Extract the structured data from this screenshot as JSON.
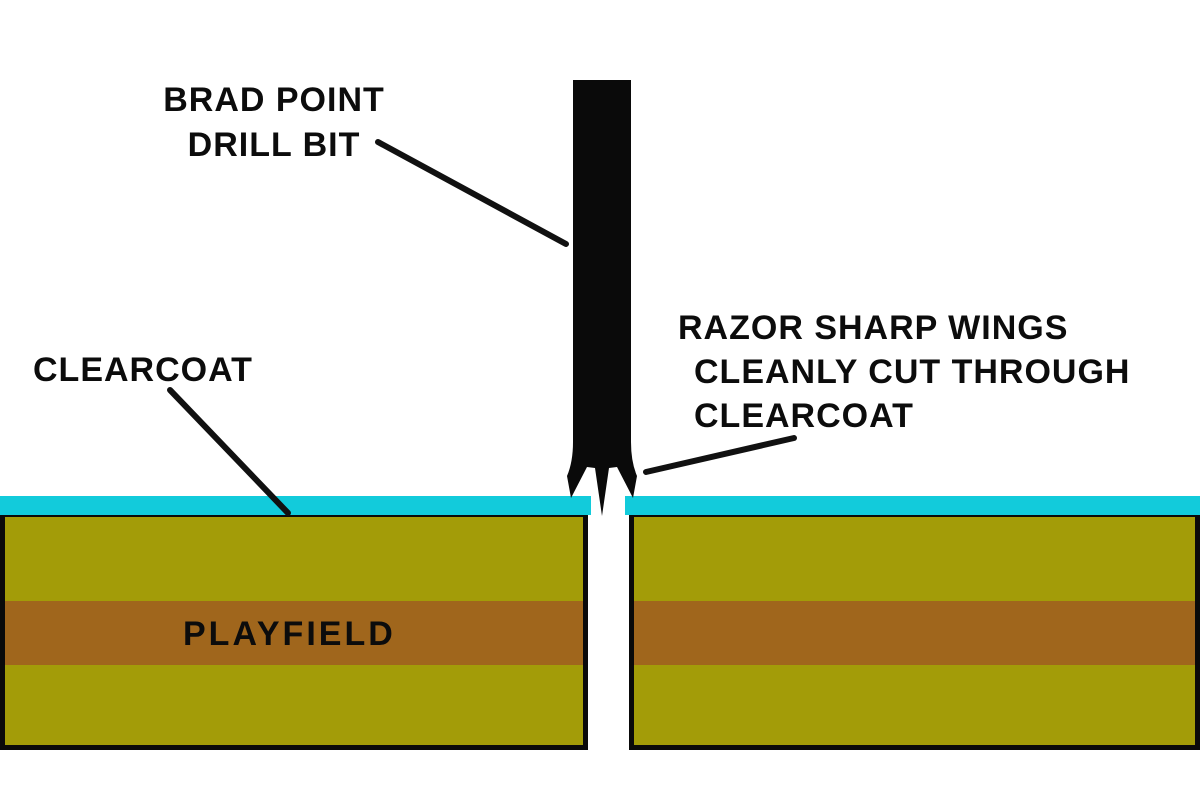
{
  "diagram": {
    "labels": {
      "drill_bit": {
        "line1": "BRAD POINT",
        "line2": "DRILL BIT"
      },
      "clearcoat_left": "CLEARCOAT",
      "wings": {
        "line1": "RAZOR SHARP WINGS",
        "line2": "CLEANLY CUT THROUGH",
        "line3": "CLEARCOAT"
      },
      "playfield": "PLAYFIELD"
    },
    "colors": {
      "background": "#ffffff",
      "bit": "#0a0a0a",
      "line": "#111111",
      "clearcoat": "#12cbdb",
      "wood": "#a39c08",
      "stripe": "#a0661c"
    }
  }
}
